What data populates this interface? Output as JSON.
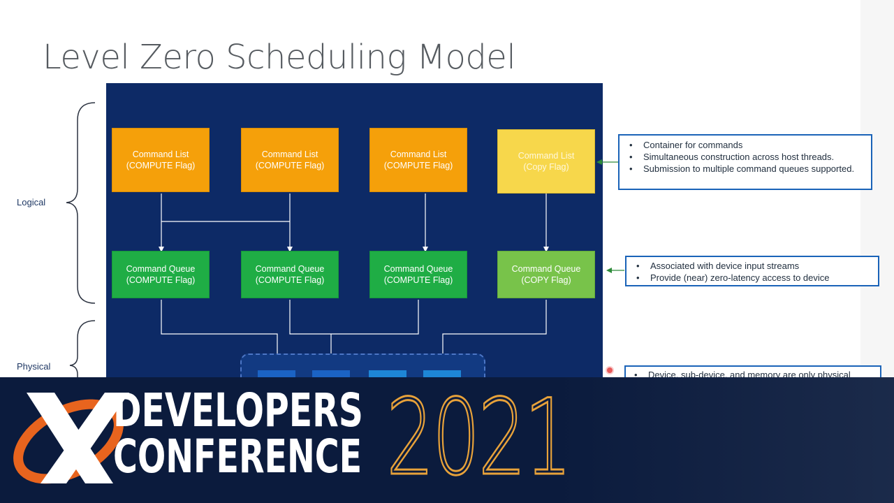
{
  "slide": {
    "title": "Level Zero Scheduling Model",
    "side_labels": {
      "logical": "Logical",
      "physical": "Physical"
    },
    "command_lists": [
      {
        "line1": "Command List",
        "line2": "(COMPUTE Flag)"
      },
      {
        "line1": "Command List",
        "line2": "(COMPUTE Flag)"
      },
      {
        "line1": "Command List",
        "line2": "(COMPUTE Flag)"
      },
      {
        "line1": "Command List",
        "line2": "(Copy Flag)"
      }
    ],
    "command_queues": [
      {
        "line1": "Command Queue",
        "line2": "(COMPUTE Flag)"
      },
      {
        "line1": "Command Queue",
        "line2": "(COMPUTE Flag)"
      },
      {
        "line1": "Command Queue",
        "line2": "(COMPUTE Flag)"
      },
      {
        "line1": "Command Queue",
        "line2": "(COPY Flag)"
      }
    ],
    "notes": {
      "command_list": [
        "Container for commands",
        "Simultaneous construction across host threads.",
        "Submission to multiple command queues supported."
      ],
      "command_queue": [
        "Associated with device input streams",
        "Provide (near) zero-latency access to device"
      ],
      "device": [
        "Device, sub-device, and memory are only physical"
      ]
    },
    "colors": {
      "diagram_bg": "#0d2a66",
      "compute_list": "#f5a00a",
      "copy_list": "#f7d74b",
      "compute_queue": "#1fad45",
      "copy_queue": "#78c34a",
      "note_border": "#1a63b8",
      "connector_arrow": "#2e8b3a"
    }
  },
  "banner": {
    "line1": "DEVELOPERS",
    "line2": "CONFERENCE",
    "year": "2021",
    "logo_icon": "x-logo-icon",
    "colors": {
      "background": "#0b1b3d",
      "logo_ring": "#e8641e",
      "year": "#e8a23a"
    }
  }
}
